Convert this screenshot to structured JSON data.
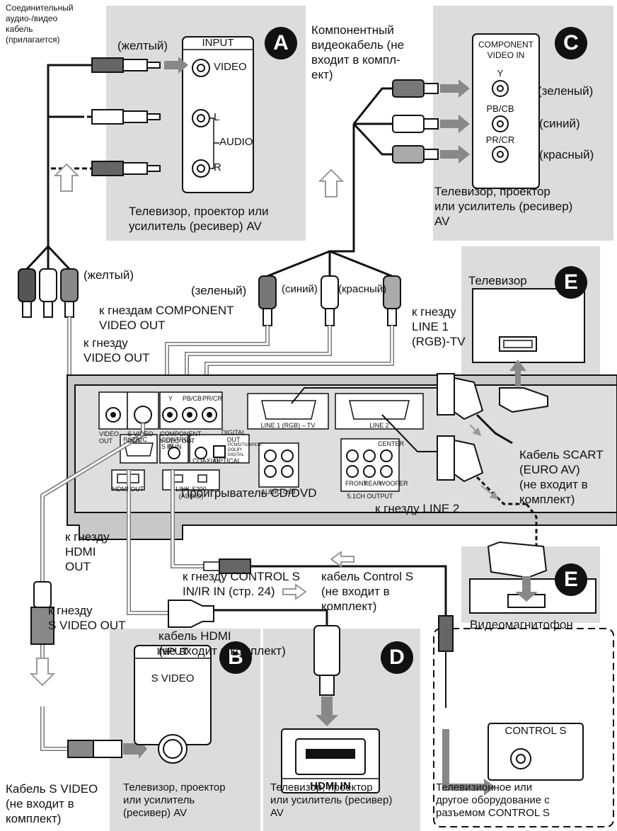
{
  "cables": {
    "av_cable": "Соединительный\nаудио-/видео\nкабель\n(прилагается)",
    "component_cable": "Компонентный\nвидеокабель (не\nвходит в компл-\nект)",
    "scart_cable": "Кабель SCART\n(EURO AV)\n(не входит в\nкомплект)",
    "control_s_cable": "кабель Control S\n(не входит в\nкомплект)",
    "hdmi_cable": "кабель HDMI\n(не входит в комплект)",
    "svideo_cable": "Кабель S VIDEO\n(не входит в\nкомплект)"
  },
  "colors": {
    "yellow": "(желтый)",
    "yellow2": "(желтый)",
    "green": "(зеленый)",
    "blue": "(синий)",
    "red": "(красный)",
    "green2": "(зеленый)",
    "blue2": "(синий)",
    "red2": "(красный)"
  },
  "panels": {
    "a": {
      "badge": "A",
      "input": "INPUT",
      "video": "VIDEO",
      "l": "L",
      "audio": "AUDIO",
      "r": "R",
      "desc": "Телевизор, проектор или\nусилитель (ресивер) AV"
    },
    "c": {
      "badge": "C",
      "header": "COMPONENT\nVIDEO IN",
      "y": "Y",
      "pb": "PB/CB",
      "pr": "PR/CR",
      "desc": "Телевизор, проектор\nили усилитель (ресивер)\nAV"
    },
    "e_tv": {
      "badge": "E",
      "label": "Телевизор"
    },
    "e_vcr": {
      "badge": "E",
      "label": "Видеомагнитофон"
    },
    "b": {
      "badge": "B",
      "input": "INPUT",
      "svideo": "S VIDEO",
      "desc": "Телевизор, проектор\nили усилитель\n(ресивер) AV"
    },
    "d": {
      "badge": "D",
      "hdmi_in": "HDMI IN",
      "desc": "Телевизор, проектор\nили усилитель (ресивер)\nAV"
    },
    "control": {
      "header": "CONTROL S",
      "desc": "Телевизионное или\nдругое оборудование с\nразъемом CONTROL S"
    }
  },
  "jacks": {
    "component_out": "к гнездам COMPONENT\nVIDEO OUT",
    "video_out": "к гнезду\nVIDEO OUT",
    "line1": "к гнезду\nLINE 1\n(RGB)-TV",
    "line2": "к гнезду LINE 2",
    "hdmi_out": "к гнезду\nHDMI\nOUT",
    "control_in": "к гнезду CONTROL S\nIN/IR IN  (стр. 24)",
    "svideo_out": "к гнезду\nS VIDEO OUT"
  },
  "player": {
    "name": "Проигрыватель CD/DVD",
    "video_out": "VIDEO OUT",
    "s_video_out": "S VIDEO OUT",
    "component_video_out": "COMPONENT VIDEO OUT",
    "y": "Y",
    "pbcb": "PB/CB",
    "prcr": "PR/CR",
    "line1": "LINE 1 (RGB) – TV",
    "line2": "LINE 2",
    "rs232c": "RS232C",
    "control_s": "CONTROL S IN",
    "ir_in": "IR IN",
    "digital_out": "DIGITAL\nOUT",
    "coaxial": "COAXIAL",
    "optical": "OPTICAL",
    "pcm": "PCM/DTS/MPEG/\nDOLBY DIGITAL",
    "audio_out": "AUDIO OUT",
    "center": "CENTER",
    "front": "FRONT",
    "rear": "REAR",
    "woofer": "WOOFER",
    "ch51": "5.1CH OUTPUT",
    "hdmi_out": "HDMI OUT",
    "link": "LINK S200 (AUDIO)"
  }
}
